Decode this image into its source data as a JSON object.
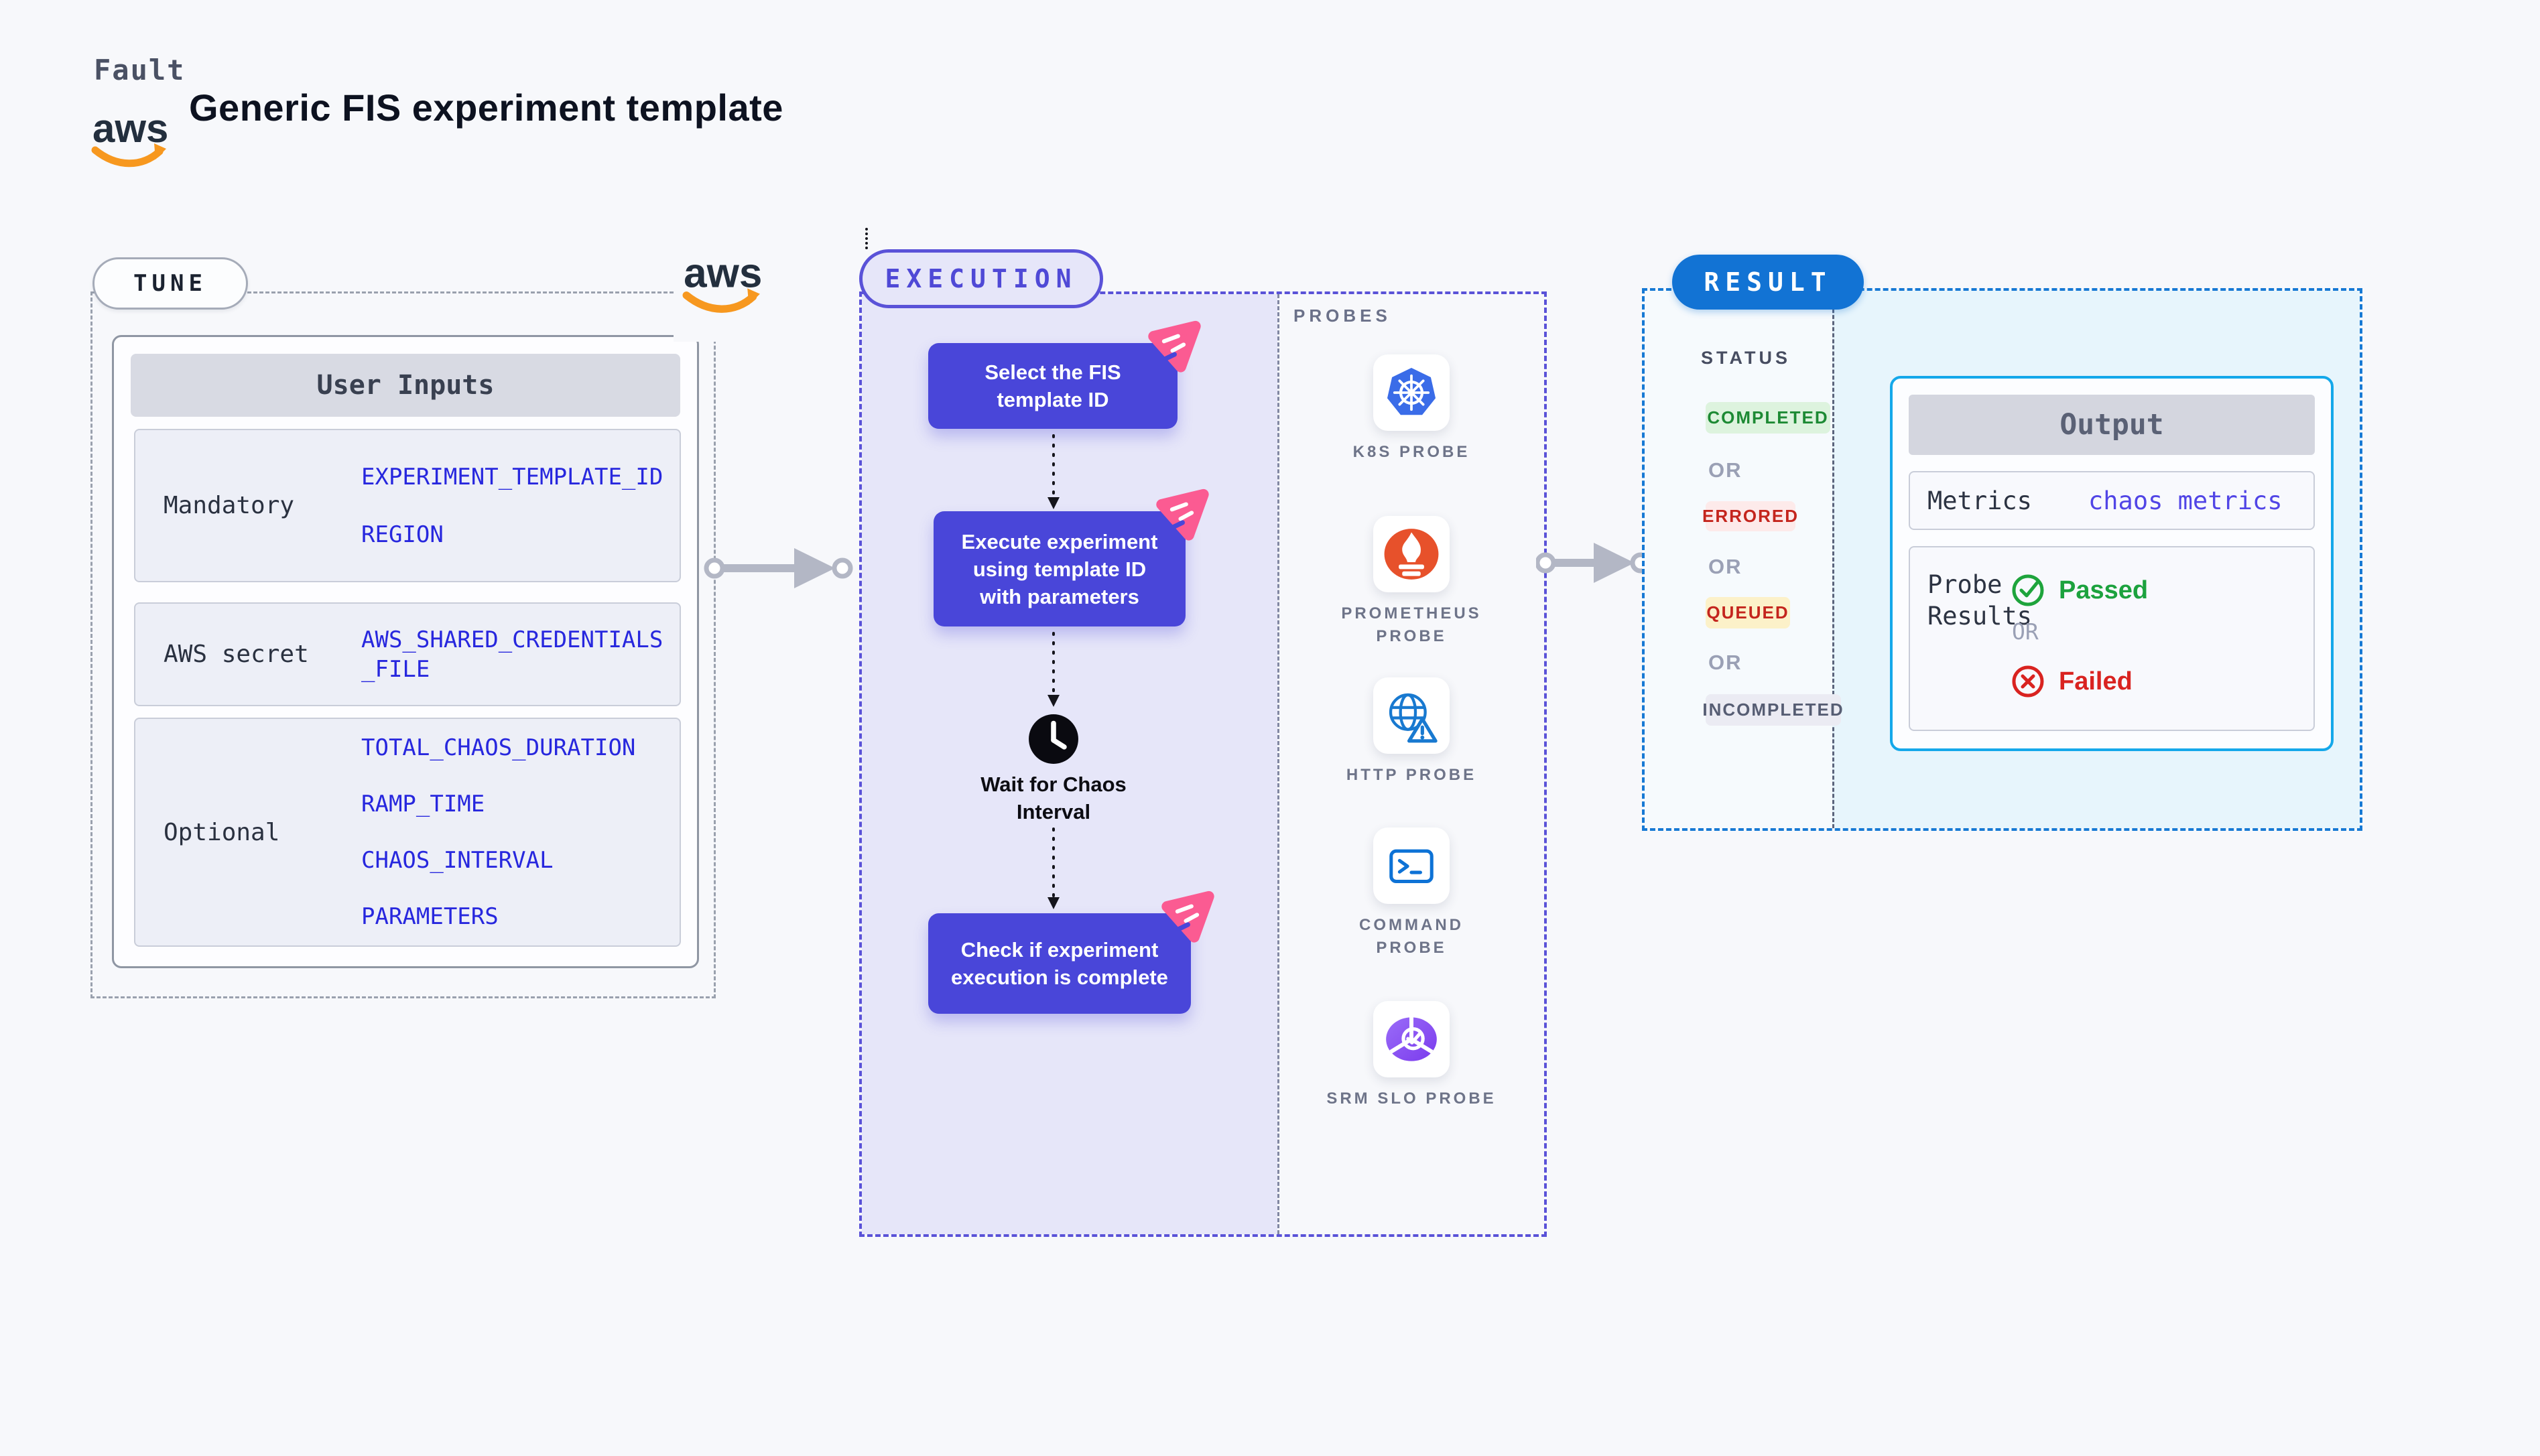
{
  "header": {
    "brand": "Fault",
    "title": "Generic FIS experiment template",
    "aws_logo_text": "aws"
  },
  "tune": {
    "pill_label": "TUNE",
    "table": {
      "header": "User Inputs",
      "rows": [
        {
          "label": "Mandatory",
          "values": [
            "EXPERIMENT_TEMPLATE_ID",
            "REGION"
          ]
        },
        {
          "label": "AWS secret",
          "values": [
            "AWS_SHARED_CREDENTIALS_FILE"
          ]
        },
        {
          "label": "Optional",
          "values": [
            "TOTAL_CHAOS_DURATION",
            "RAMP_TIME",
            "CHAOS_INTERVAL",
            "PARAMETERS"
          ]
        }
      ]
    }
  },
  "execution": {
    "pill_label": "EXECUTION",
    "steps": [
      {
        "label": "Select the FIS template ID"
      },
      {
        "label": "Execute experiment using template ID with parameters"
      },
      {
        "label": "Check if experiment execution is complete"
      }
    ],
    "wait_step": {
      "label": "Wait for Chaos Interval",
      "icon": "clock-icon"
    },
    "probes": {
      "section_label": "PROBES",
      "items": [
        {
          "icon": "kubernetes-icon",
          "label": "K8S PROBE"
        },
        {
          "icon": "prometheus-icon",
          "label": "PROMETHEUS PROBE"
        },
        {
          "icon": "globe-warning-icon",
          "label": "HTTP PROBE"
        },
        {
          "icon": "terminal-icon",
          "label": "COMMAND PROBE"
        },
        {
          "icon": "slo-gauge-icon",
          "label": "SRM SLO PROBE"
        }
      ]
    }
  },
  "result": {
    "pill_label": "RESULT",
    "status": {
      "label": "STATUS",
      "separator": "OR",
      "options": [
        {
          "label": "COMPLETED",
          "bg": "#ddf3de",
          "color": "#1d8a34"
        },
        {
          "label": "ERRORED",
          "bg": "#fdeaea",
          "color": "#c4251d"
        },
        {
          "label": "QUEUED",
          "bg": "#fcf1c9",
          "color": "#c4251d"
        },
        {
          "label": "INCOMPLETED",
          "bg": "#ebebf3",
          "color": "#565d73"
        }
      ]
    },
    "output": {
      "header": "Output",
      "metrics_label": "Metrics",
      "metrics_value": "chaos metrics",
      "probe_results_label": "Probe Results",
      "passed_label": "Passed",
      "separator": "OR",
      "failed_label": "Failed"
    }
  },
  "colors": {
    "page_bg": "#f7f8fb",
    "indigo_accent": "#4946d9",
    "indigo_border": "#5a52d8",
    "lavender_bg": "#e6e6f9",
    "pink_badge": "#fb5b92",
    "value_blue": "#2727de",
    "result_blue": "#1273d4",
    "cyan_border": "#14a8ea",
    "cyan_bg": "#e7f5fc",
    "pass_green": "#1ca23e",
    "fail_red": "#d92320",
    "aws_orange": "#f7981f",
    "k8s_blue": "#3a6ce8",
    "prometheus_orange": "#e7512b"
  }
}
